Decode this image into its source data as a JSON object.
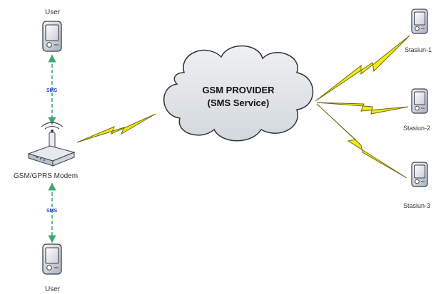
{
  "nodes": {
    "user_top": {
      "label": "User"
    },
    "user_bottom": {
      "label": "User"
    },
    "modem": {
      "label": "GSM/GPRS Modem"
    },
    "provider": {
      "title": "GSM PROVIDER",
      "subtitle": "(SMS Service)"
    },
    "station1": {
      "label": "Stasiun-1"
    },
    "station2": {
      "label": "Stasiun-2"
    },
    "station3": {
      "label": "Stasiun-3"
    }
  },
  "links": {
    "sms_top": "SMS",
    "sms_bottom": "SMS"
  },
  "colors": {
    "link_arrow": "#3fa86f",
    "lightning": "#f2ea14",
    "lightning_edge": "#6a6a10",
    "cloud_fill": "#dfe3e6",
    "sms_text": "#1f3fd8"
  }
}
